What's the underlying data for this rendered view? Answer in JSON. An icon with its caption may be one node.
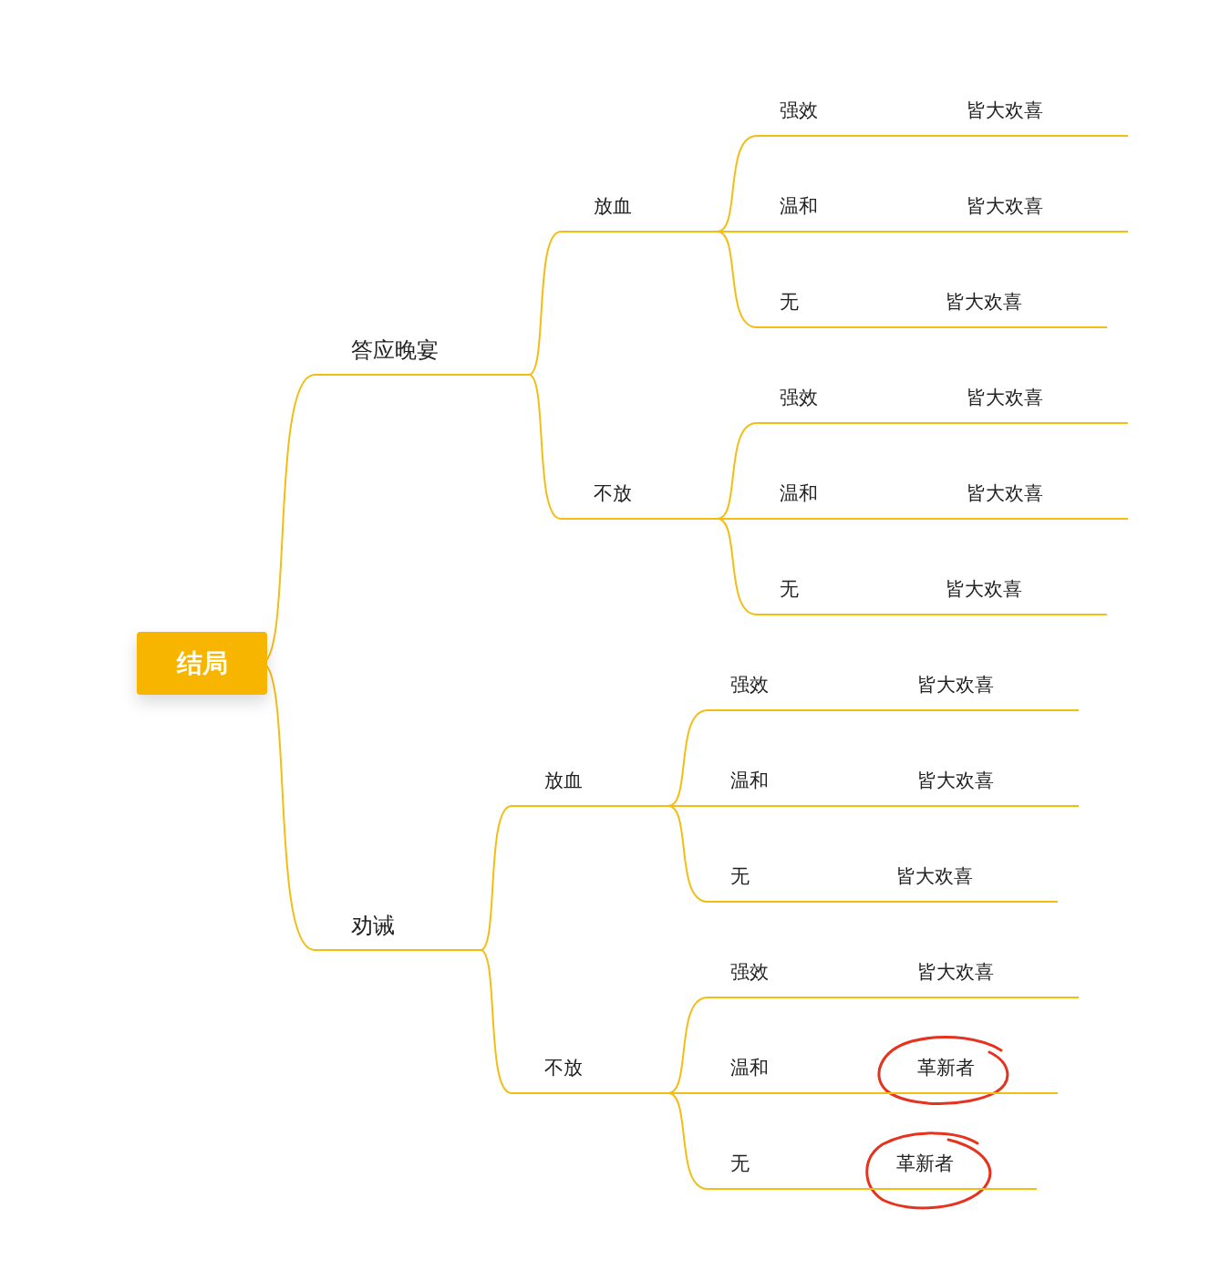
{
  "diagram": {
    "nodes": [
      {
        "text": [
          "结局"
        ]
      },
      {
        "text": [
          "答应晚宴"
        ]
      },
      {
        "text": [
          "放血"
        ]
      },
      {
        "text": [
          "强效"
        ]
      },
      {
        "text": [
          "皆大欢喜"
        ]
      },
      {
        "text": [
          "温和"
        ]
      },
      {
        "text": [
          "皆大欢喜"
        ]
      },
      {
        "text": [
          "无"
        ]
      },
      {
        "text": [
          "皆大欢喜"
        ]
      },
      {
        "text": [
          "不放"
        ]
      },
      {
        "text": [
          "强效"
        ]
      },
      {
        "text": [
          "皆大欢喜"
        ]
      },
      {
        "text": [
          "温和"
        ]
      },
      {
        "text": [
          "皆大欢喜"
        ]
      },
      {
        "text": [
          "无"
        ]
      },
      {
        "text": [
          "皆大欢喜"
        ]
      },
      {
        "text": [
          "劝诫"
        ]
      },
      {
        "text": [
          "放血"
        ]
      },
      {
        "text": [
          "强效"
        ]
      },
      {
        "text": [
          "皆大欢喜"
        ]
      },
      {
        "text": [
          "温和"
        ]
      },
      {
        "text": [
          "皆大欢喜"
        ]
      },
      {
        "text": [
          "无"
        ]
      },
      {
        "text": [
          "皆大欢喜"
        ]
      },
      {
        "text": [
          "不放"
        ]
      },
      {
        "text": [
          "强效"
        ]
      },
      {
        "text": [
          "皆大欢喜"
        ]
      },
      {
        "text": [
          "温和"
        ]
      },
      {
        "text": [
          "革新者"
        ]
      },
      {
        "text": [
          "无"
        ]
      },
      {
        "text": [
          "革新者"
        ]
      }
    ],
    "edges": [
      {
        "from": 0,
        "to": 1,
        "arrow": "none"
      },
      {
        "from": 1,
        "to": 2,
        "arrow": "none"
      },
      {
        "from": 2,
        "to": 3,
        "arrow": "none"
      },
      {
        "from": 3,
        "to": 4,
        "arrow": "none"
      },
      {
        "from": 2,
        "to": 5,
        "arrow": "none"
      },
      {
        "from": 5,
        "to": 6,
        "arrow": "none"
      },
      {
        "from": 2,
        "to": 7,
        "arrow": "none"
      },
      {
        "from": 7,
        "to": 8,
        "arrow": "none"
      },
      {
        "from": 1,
        "to": 9,
        "arrow": "none"
      },
      {
        "from": 9,
        "to": 10,
        "arrow": "none"
      },
      {
        "from": 10,
        "to": 11,
        "arrow": "none"
      },
      {
        "from": 9,
        "to": 12,
        "arrow": "none"
      },
      {
        "from": 12,
        "to": 13,
        "arrow": "none"
      },
      {
        "from": 9,
        "to": 14,
        "arrow": "none"
      },
      {
        "from": 14,
        "to": 15,
        "arrow": "none"
      },
      {
        "from": 0,
        "to": 16,
        "arrow": "none"
      },
      {
        "from": 16,
        "to": 17,
        "arrow": "none"
      },
      {
        "from": 17,
        "to": 18,
        "arrow": "none"
      },
      {
        "from": 18,
        "to": 19,
        "arrow": "none"
      },
      {
        "from": 17,
        "to": 20,
        "arrow": "none"
      },
      {
        "from": 20,
        "to": 21,
        "arrow": "none"
      },
      {
        "from": 17,
        "to": 22,
        "arrow": "none"
      },
      {
        "from": 22,
        "to": 23,
        "arrow": "none"
      },
      {
        "from": 16,
        "to": 24,
        "arrow": "none"
      },
      {
        "from": 24,
        "to": 25,
        "arrow": "none"
      },
      {
        "from": 25,
        "to": 26,
        "arrow": "none"
      },
      {
        "from": 24,
        "to": 27,
        "arrow": "none"
      },
      {
        "from": 27,
        "to": 28,
        "arrow": "none"
      },
      {
        "from": 24,
        "to": 29,
        "arrow": "none"
      },
      {
        "from": 29,
        "to": 30,
        "arrow": "none"
      }
    ]
  }
}
